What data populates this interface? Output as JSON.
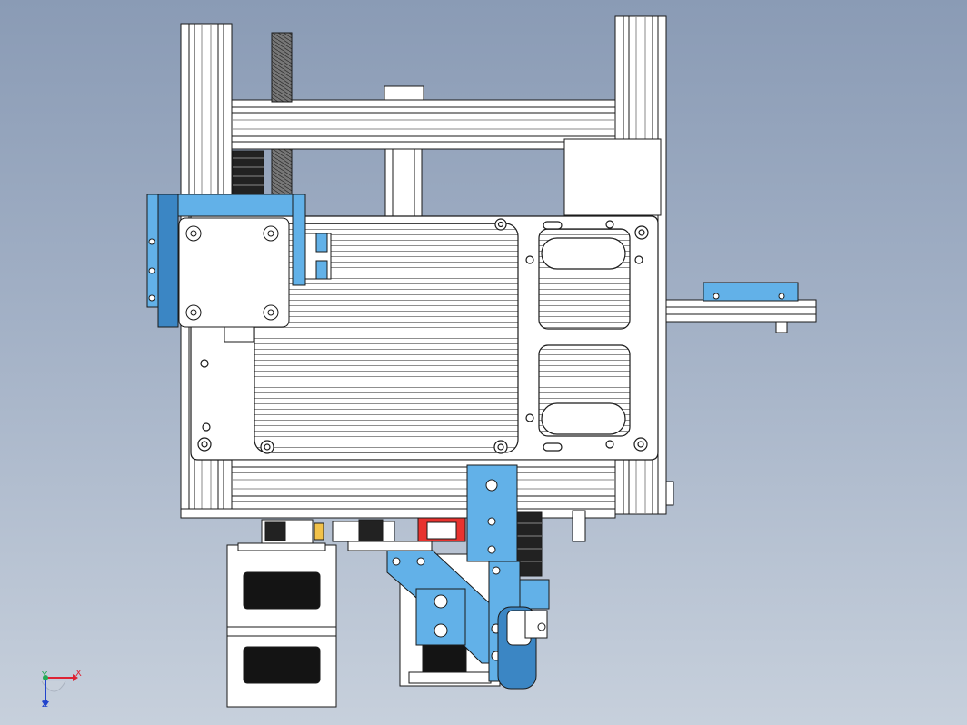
{
  "view": {
    "title": "",
    "background_top": "#8a9bb5",
    "background_bottom": "#c7d0dc"
  },
  "colors": {
    "part_fill": "#ffffff",
    "part_stroke": "#1a1a1a",
    "bracket_blue": "#62b1e8",
    "bracket_blue_dark": "#3b86c4",
    "motor_black": "#141414",
    "accent_red": "#e8332f",
    "rib_line": "#555555"
  },
  "icons": {
    "triad": "coordinate-triad-icon"
  },
  "triad": {
    "x_label": "X",
    "y_label": "Y",
    "z_label": "Z"
  }
}
